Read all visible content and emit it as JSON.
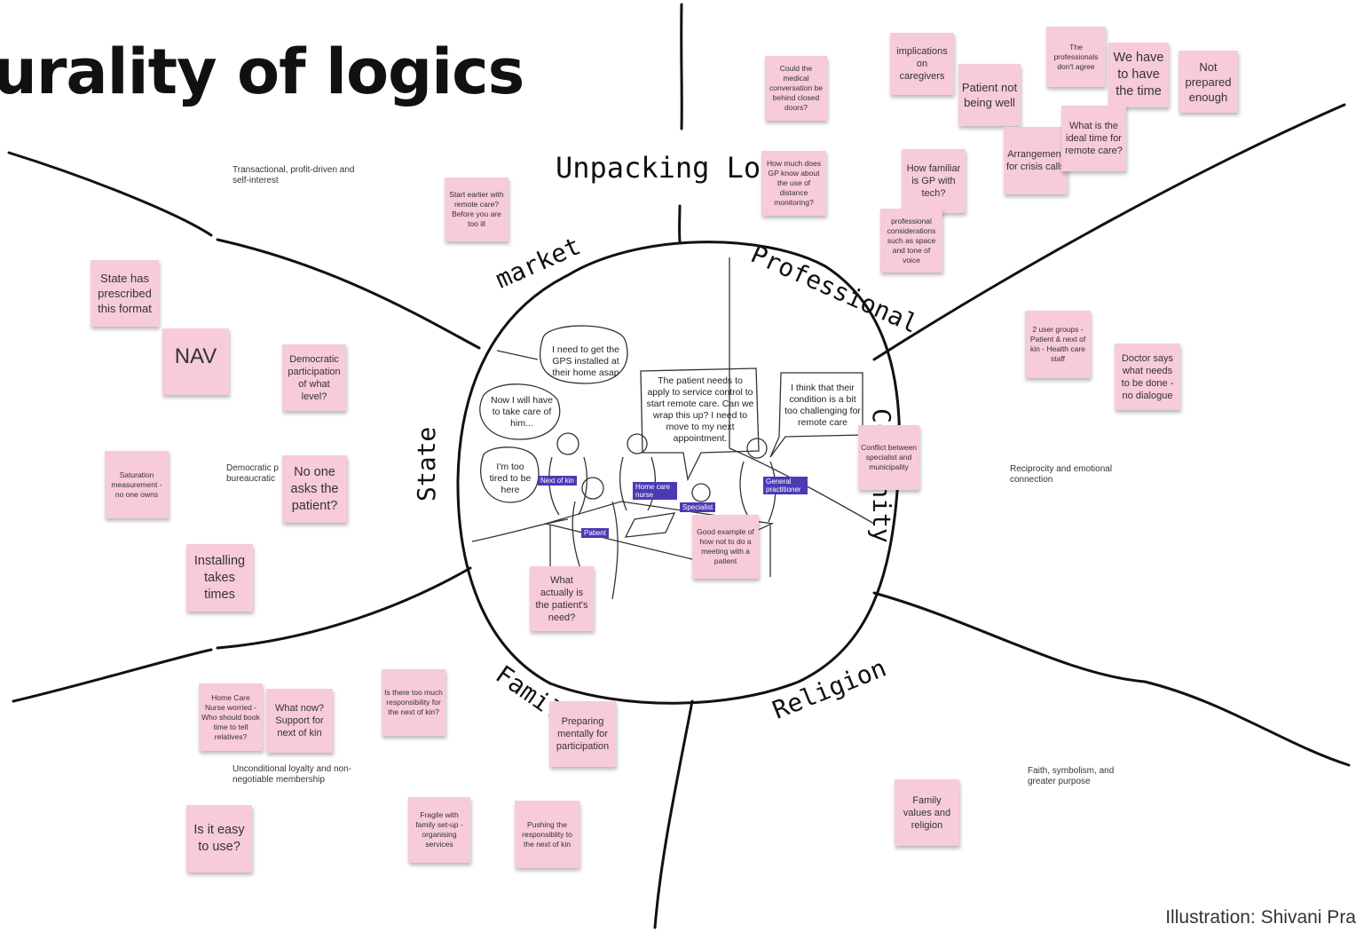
{
  "title": "urality of logics",
  "credit": "Illustration: Shivani Pra",
  "center_heading": "Unpacking Log",
  "logics": [
    {
      "key": "market",
      "label": "market",
      "description": "Transactional, profit-driven and self-interest"
    },
    {
      "key": "professional",
      "label": "Professional",
      "description": ""
    },
    {
      "key": "community",
      "label": "Community",
      "description": "Reciprocity and emotional connection"
    },
    {
      "key": "religion",
      "label": "Religion",
      "description": "Faith, symbolism, and greater purpose"
    },
    {
      "key": "family",
      "label": "Family",
      "description": "Unconditional loyalty and non-negotiable membership"
    },
    {
      "key": "state",
      "label": "State",
      "description": "Democratic p bureaucratic"
    }
  ],
  "stickies": {
    "could_medical": "Could the medical conversation be behind closed doors?",
    "implications": "implications on caregivers",
    "professionals_disagree": "The professionals don't agree",
    "we_have_time": "We have to have the time",
    "not_prepared": "Not prepared enough",
    "patient_not_well": "Patient not being well",
    "ideal_time": "What is the ideal time for remote care?",
    "arrangement": "Arrangement for crisis calls",
    "gp_know": "How much does GP know about the use of distance monitoring?",
    "gp_tech": "How familiar is GP with tech?",
    "prof_considerations": "professional considerations such as space and tone of voice",
    "start_earlier": "Start earlier with remote care? Before you are too ill",
    "state_prescribed": "State has prescribed this format",
    "nav": "NAV",
    "democratic_participation": "Democratic participation of what level?",
    "saturation": "Saturation measurement - no one owns",
    "no_one_asks": "No one asks the patient?",
    "installing": "Installing takes times",
    "user_groups": "2 user groups - Patient & next of kin - Health care staff",
    "doctor_says": "Doctor says what needs to be done - no dialogue",
    "conflict": "Conflict between specialist and municipality",
    "good_example": "Good example of how not to do a meeting with a patient",
    "patient_need": "What actually is the patient's need?",
    "home_care_worried": "Home Care Nurse worried - Who should book time to tell relatives?",
    "what_now": "What now? Support for next of kin",
    "too_much_resp": "Is there too much responsibility for the next of kin?",
    "preparing": "Preparing mentally for participation",
    "fragile": "Fragile with family set-up - organising services",
    "pushing": "Pushing the responsiblity to the next of kin",
    "easy_use": "Is it easy to use?",
    "family_values": "Family values and religion"
  },
  "scene": {
    "bubble_gps": "I need to get the GPS installed at their home asap",
    "bubble_take_care": "Now I will have to take care of him...",
    "bubble_tired": "I'm too tired to be here",
    "bubble_service": "The patient needs to apply to service control to start remote care. Can we wrap this up? I need to move to my next appointment.",
    "bubble_condition": "I think that their condition is a bit too challenging for remote care",
    "tag_next_of_kin": "Next of kin",
    "tag_home_care": "Home care nurse",
    "tag_gp": "General practitioner",
    "tag_specialist": "Specialist",
    "tag_patient": "Patient"
  }
}
